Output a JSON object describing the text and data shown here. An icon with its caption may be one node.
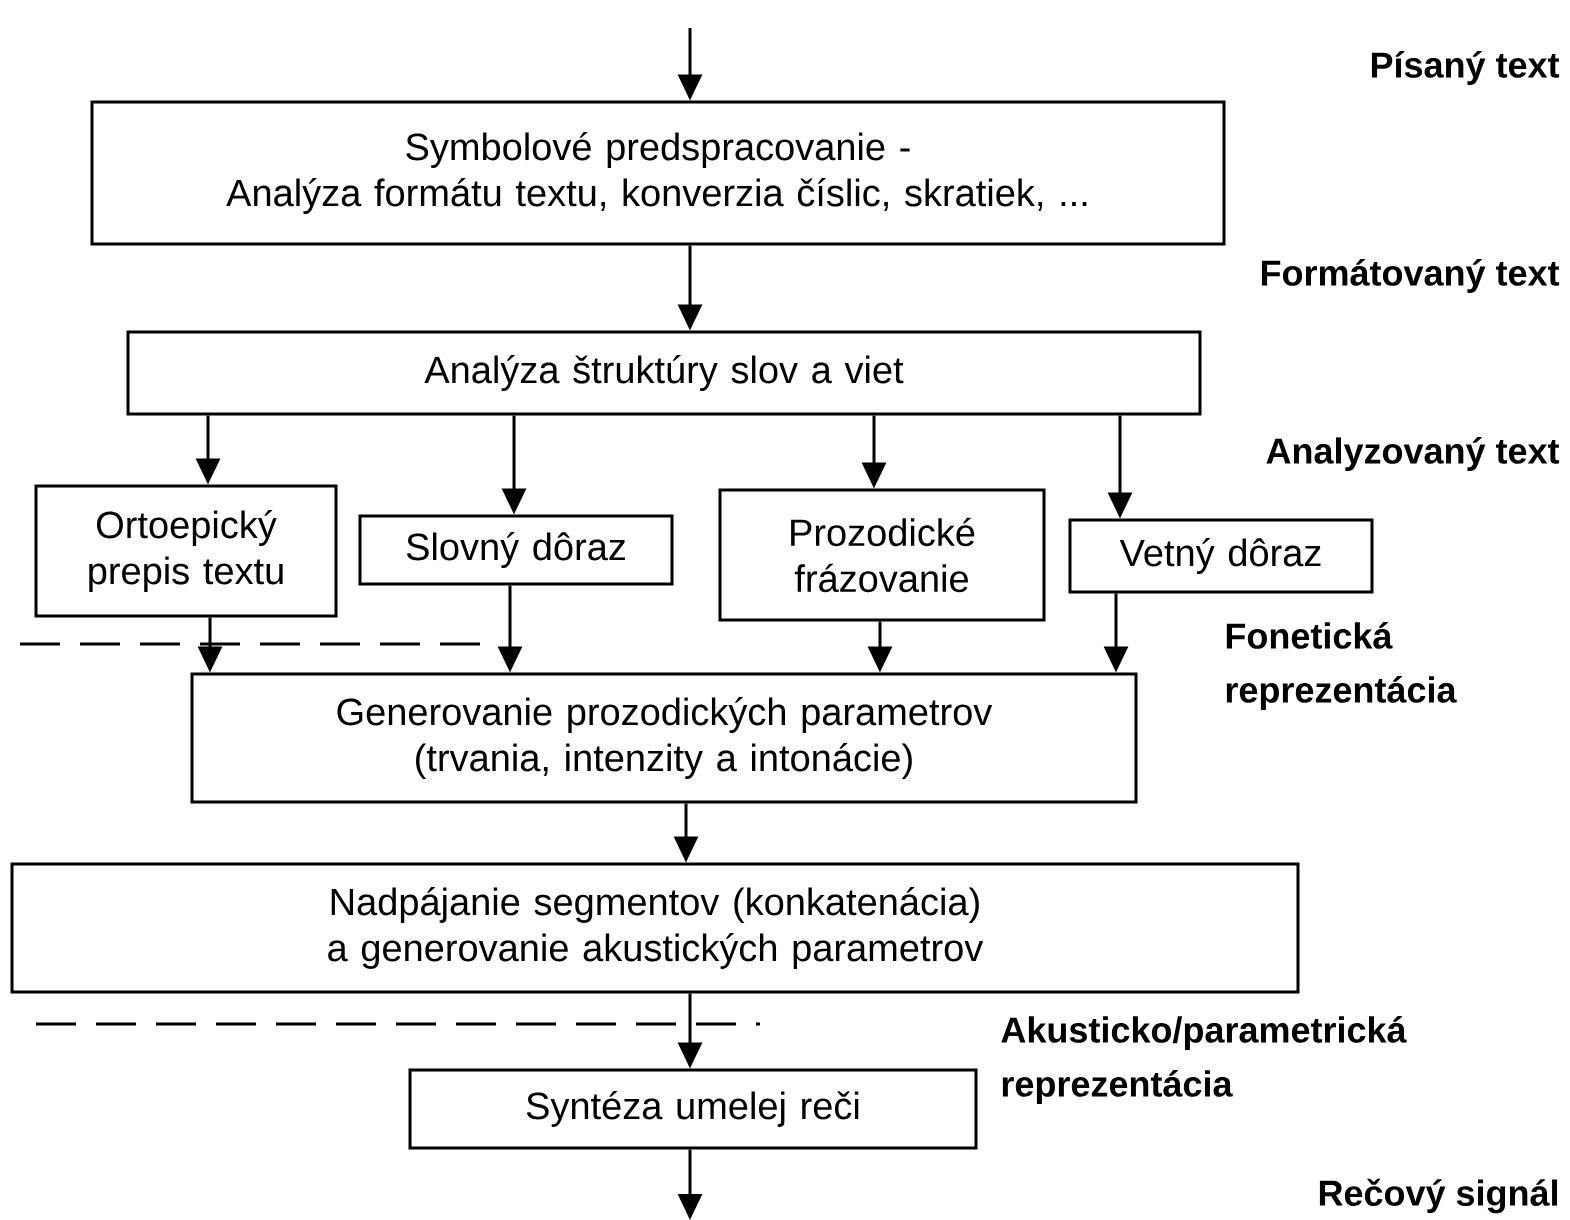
{
  "diagram": {
    "nodes": [
      {
        "text": [
          "Symbolové predspracovanie -",
          "Analýza formátu textu, konverzia číslic, skratiek, ..."
        ]
      },
      {
        "text": [
          "Analýza štruktúry slov a viet"
        ]
      },
      {
        "text": [
          "Ortoepický prepis textu"
        ]
      },
      {
        "text": [
          "Slovný dôraz"
        ]
      },
      {
        "text": [
          "Prozodické frázovanie"
        ]
      },
      {
        "text": [
          "Vetný dôraz"
        ]
      },
      {
        "text": [
          "Generovanie prozodických parametrov (trvania, intenzity a intonácie)"
        ]
      },
      {
        "text": [
          "Nadpájanie segmentov (konkatenácia) a generovanie akustických parametrov"
        ]
      },
      {
        "text": [
          "Syntéza umelej reči"
        ]
      }
    ],
    "edges": [
      {
        "from": null,
        "to": 0,
        "arrow": "to"
      },
      {
        "from": 0,
        "to": 1,
        "arrow": "to"
      },
      {
        "from": 1,
        "to": 2,
        "arrow": "to"
      },
      {
        "from": 1,
        "to": 3,
        "arrow": "to"
      },
      {
        "from": 1,
        "to": 4,
        "arrow": "to"
      },
      {
        "from": 1,
        "to": 5,
        "arrow": "to"
      },
      {
        "from": 2,
        "to": 6,
        "arrow": "to"
      },
      {
        "from": 3,
        "to": 6,
        "arrow": "to"
      },
      {
        "from": 4,
        "to": 6,
        "arrow": "to"
      },
      {
        "from": 5,
        "to": 6,
        "arrow": "to"
      },
      {
        "from": 6,
        "to": 7,
        "arrow": "to"
      },
      {
        "from": 7,
        "to": 8,
        "arrow": "to"
      },
      {
        "from": 8,
        "to": null,
        "arrow": "to"
      }
    ],
    "labels": [
      "Písaný text",
      "Formátovaný text",
      "Analyzovaný text",
      "Fonetická reprezentácia",
      "Akusticko/parametrická reprezentácia",
      "Rečový signál"
    ]
  }
}
